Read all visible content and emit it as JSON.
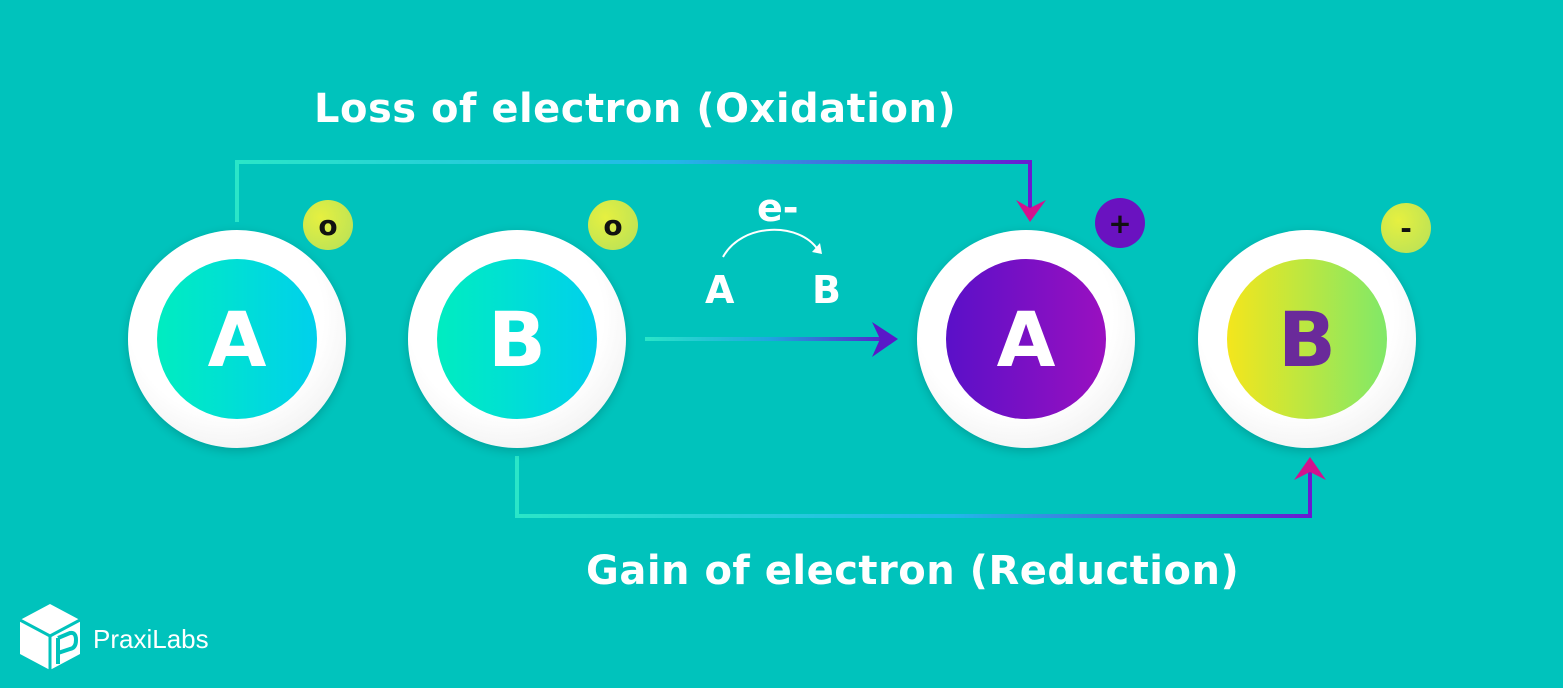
{
  "labels": {
    "oxidation": "Loss of electron (Oxidation)",
    "reduction": "Gain of electron (Reduction)"
  },
  "atoms": [
    {
      "letter": "A",
      "charge": "o"
    },
    {
      "letter": "B",
      "charge": "o"
    },
    {
      "letter": "A",
      "charge": "+"
    },
    {
      "letter": "B",
      "charge": "-"
    }
  ],
  "transfer": {
    "electron": "e-",
    "from": "A",
    "to": "B"
  },
  "brand": {
    "name": "PraxiLabs",
    "icon": "cube-p-logo-icon"
  },
  "colors": {
    "background": "#00c3bc",
    "neutral_core": "#00e8c4",
    "oxidized_core": "#7a12c8",
    "reduced_core": "#f2e62a",
    "neutral_badge": "#cde84a",
    "plus_badge": "#6a12c0",
    "arrow_start": "#2ae6c8",
    "arrow_end": "#d4128e"
  }
}
